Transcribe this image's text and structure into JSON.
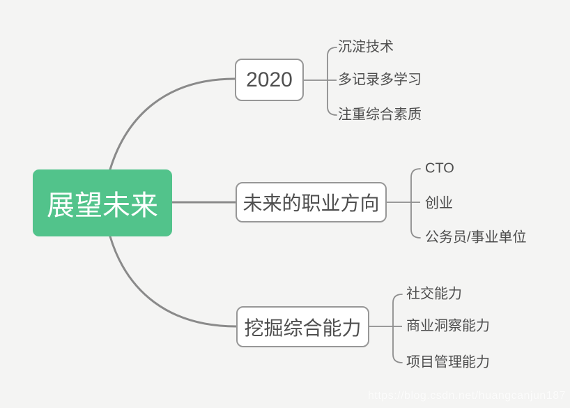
{
  "map": {
    "root_label": "展望未来",
    "branches": [
      {
        "label": "2020",
        "children": [
          "沉淀技术",
          "多记录多学习",
          "注重综合素质"
        ]
      },
      {
        "label": "未来的职业方向",
        "children": [
          "CTO",
          "创业",
          "公务员/事业单位"
        ]
      },
      {
        "label": "挖掘综合能力",
        "children": [
          "社交能力",
          "商业洞察能力",
          "项目管理能力"
        ]
      }
    ]
  },
  "watermark": "https://blog.csdn.net/huangcanjun187",
  "colors": {
    "background": "#f4f4f3",
    "root_fill": "#52c38b",
    "root_text": "#ffffff",
    "topic_border": "#979797",
    "topic_text": "#4f4f4f",
    "line": "#8a8a8a"
  }
}
